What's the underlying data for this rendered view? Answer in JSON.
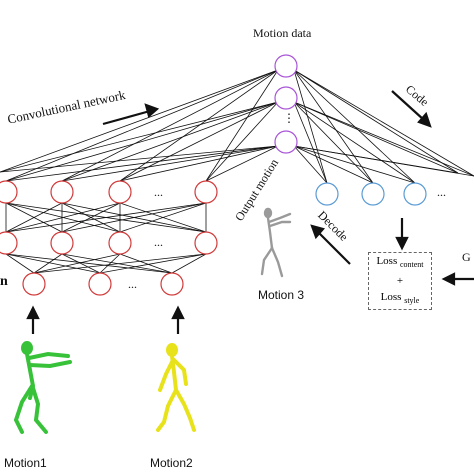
{
  "labels": {
    "motion_data": "Motion data",
    "convolutional_network": "Convolutional network",
    "code": "Code",
    "output_motion": "Output motion",
    "decode": "Decode",
    "motion1": "Motion1",
    "motion2": "Motion2",
    "motion3": "Motion 3",
    "ellipsis": "...",
    "vertical_ellipsis": "⋮",
    "left_partial": "n",
    "right_partial": "G"
  },
  "loss": {
    "content_main": "Loss",
    "content_sub": "content",
    "plus": "+",
    "style_main": "Loss",
    "style_sub": "style"
  },
  "colors": {
    "red_node": "#d23a3a",
    "purple_node": "#a855d8",
    "blue_node": "#5b9bd5",
    "green_figure": "#38c23a",
    "yellow_figure": "#e8e21a",
    "gray_figure": "#9a9a9a",
    "line": "#111111"
  }
}
